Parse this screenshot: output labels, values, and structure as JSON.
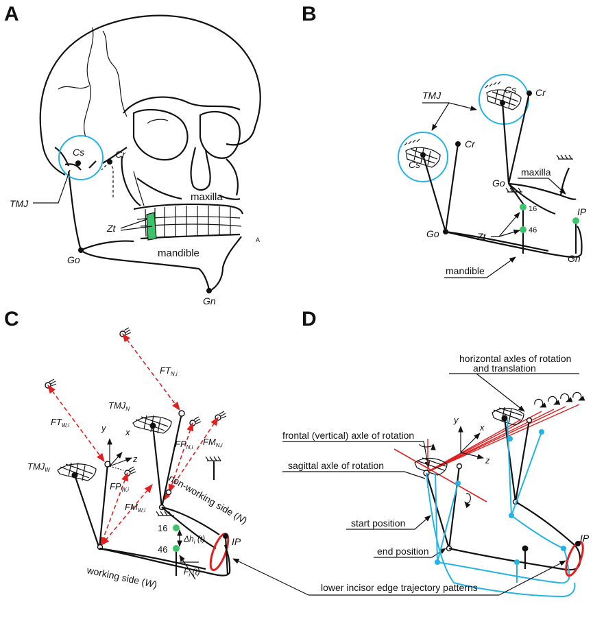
{
  "panels": {
    "a": "A",
    "b": "B",
    "c": "C",
    "d": "D"
  },
  "panel_a": {
    "cs": "Cs",
    "cr": "Cr",
    "tmj": "TMJ",
    "maxilla": "maxilla",
    "zt": "Zt",
    "go": "Go",
    "mandible": "mandible",
    "gn": "Gn",
    "small_a": "A"
  },
  "panel_b": {
    "tmj": "TMJ",
    "cs_upper": "Cs",
    "cr_upper": "Cr",
    "cs_lower": "Cs",
    "cr_lower": "Cr",
    "go_upper": "Go",
    "maxilla": "maxilla",
    "tooth_16": "16",
    "tooth_46": "46",
    "ip": "IP",
    "zt": "Zt",
    "go_lower": "Go",
    "gn": "Gn",
    "mandible": "mandible"
  },
  "panel_c": {
    "ft_n": "FT",
    "ft_n_sub": "N,i",
    "tmj_n": "TMJ",
    "tmj_n_sub": "N",
    "ft_w": "FT",
    "ft_w_sub": "W,i",
    "y": "y",
    "x": "x",
    "z": "z",
    "fp_n": "FP",
    "fp_n_sub": "N,i",
    "fm_n": "FM",
    "fm_n_sub": "N,i",
    "tmj_w": "TMJ",
    "tmj_w_sub": "W",
    "fp_w": "FP",
    "fp_w_sub": "W,i",
    "non_working": "non-working side (",
    "non_working_n": "N",
    "non_working_end": ")",
    "fm_w": "FM",
    "fm_w_sub": "W,i",
    "tooth_16": "16",
    "delta_h": "Δh",
    "delta_h_sub": "i",
    "delta_h_t": " (t)",
    "tooth_46": "46",
    "f_i": "F",
    "f_i_sub": "i",
    "f_i_t": " (t)",
    "ip": "IP",
    "working": "working side (",
    "working_w": "W",
    "working_end": ")"
  },
  "panel_d": {
    "horizontal_axles_line1": "horizontal axles of rotation",
    "horizontal_axles_line2": "and translation",
    "y": "y",
    "x": "x",
    "z": "z",
    "frontal_axle": "frontal (vertical) axle of rotation",
    "sagittal_axle": "sagittal axle of rotation",
    "start_position": "start position",
    "end_position": "end position",
    "ip": "IP"
  },
  "shared": {
    "trajectory_label": "lower incisor edge trajectory patterns"
  },
  "colors": {
    "ink": "#111111",
    "cyan": "#22b4e6",
    "green": "#3cc46a",
    "red": "#e02020"
  }
}
